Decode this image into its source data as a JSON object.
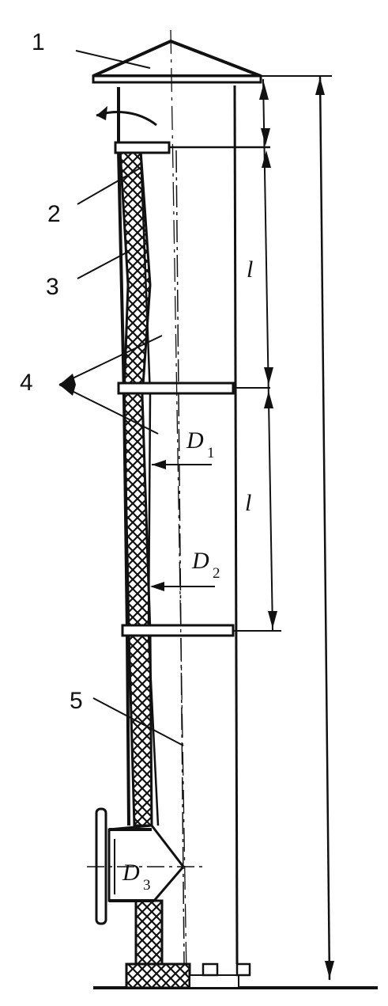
{
  "labels": {
    "l1": "1",
    "l2": "2",
    "l3": "3",
    "l4": "4",
    "l5": "5"
  },
  "dimensions": {
    "len_upper": "l",
    "len_lower": "l",
    "d1_main": "D",
    "d1_sub": "1",
    "d2_main": "D",
    "d2_sub": "2",
    "d3_main": "D",
    "d3_sub": "3"
  },
  "colors": {
    "ink": "#111111",
    "background": "#ffffff"
  }
}
